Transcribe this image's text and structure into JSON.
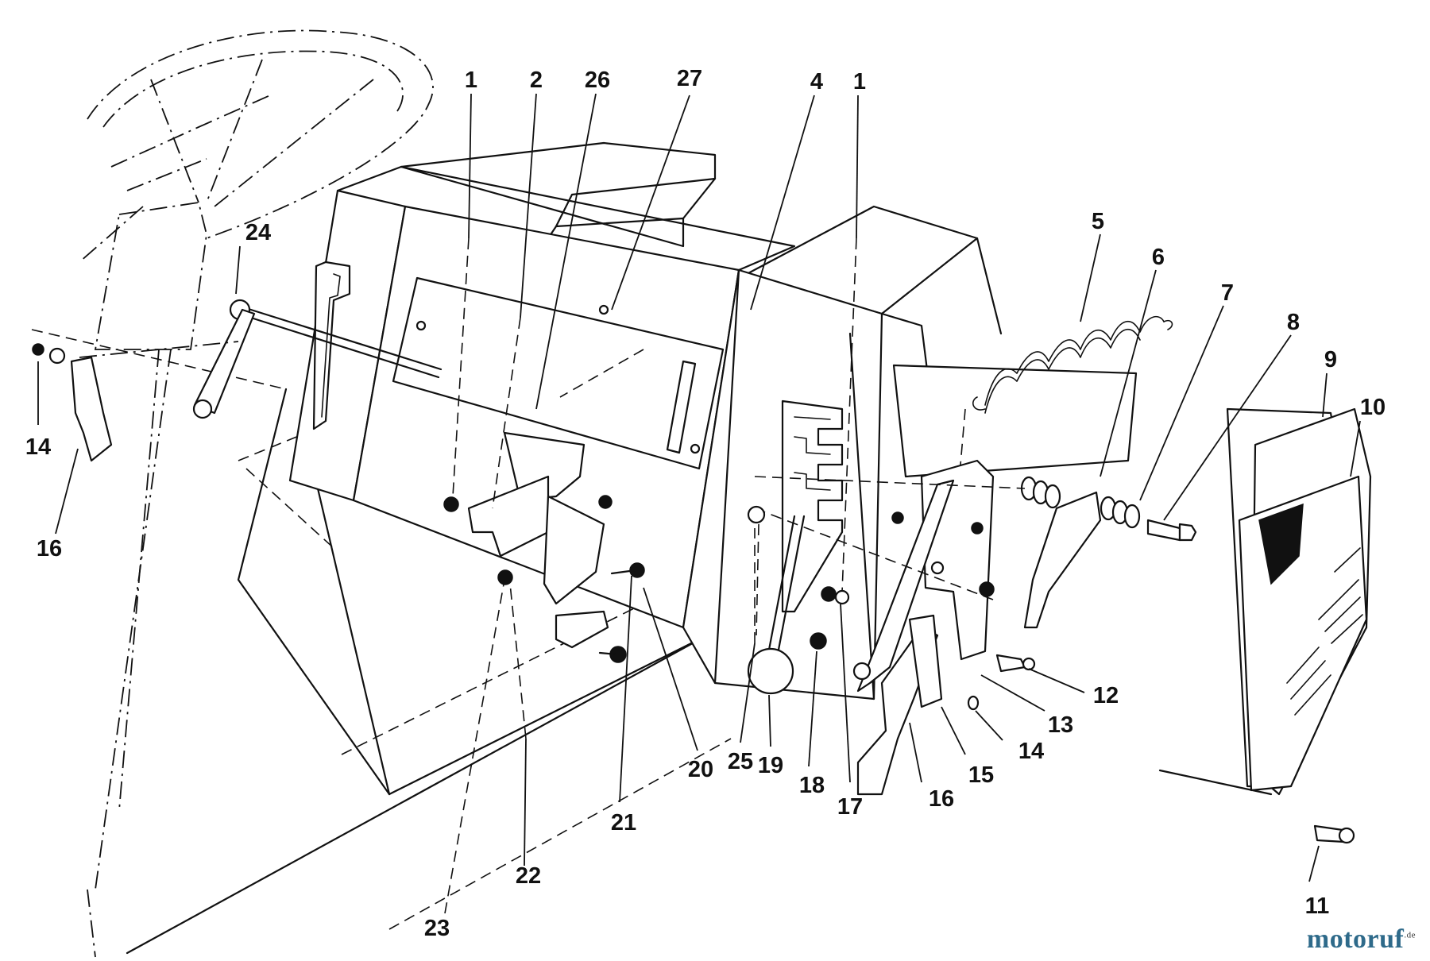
{
  "diagram": {
    "callouts": {
      "c1a": "1",
      "c2": "2",
      "c26": "26",
      "c27": "27",
      "c4": "4",
      "c1b": "1",
      "c24": "24",
      "c5": "5",
      "c6": "6",
      "c7": "7",
      "c8": "8",
      "c9": "9",
      "c10": "10",
      "c14a": "14",
      "c16a": "16",
      "c12": "12",
      "c13": "13",
      "c14b": "14",
      "c15": "15",
      "c16b": "16",
      "c17": "17",
      "c18": "18",
      "c19": "19",
      "c25": "25",
      "c20": "20",
      "c21": "21",
      "c22": "22",
      "c23": "23",
      "c11": "11"
    }
  },
  "watermark": {
    "brand": "motoruf",
    "suffix": ".de"
  }
}
